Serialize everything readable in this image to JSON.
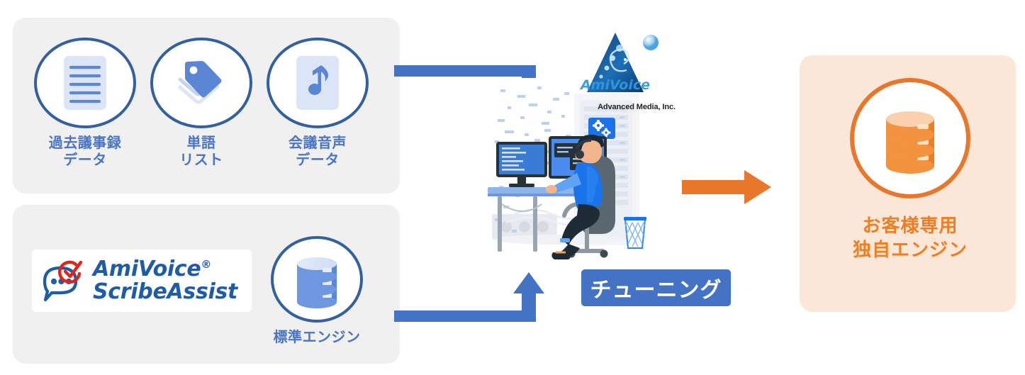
{
  "diagram": {
    "title": "AmiVoice ScribeAssist tuning flow",
    "colors": {
      "panel_grey": "#f0f0f0",
      "panel_peach": "#fbe7d8",
      "blue_circle_border": "#33609f",
      "blue_label": "#4a74c4",
      "blue_arrow": "#4472c4",
      "orange_arrow": "#e8762b",
      "orange_label": "#ef7d22",
      "orange_circle_border": "#e8762b",
      "logo_blue": "#1f5ca8",
      "logo_red": "#e2231a",
      "icon_blue": "#5b86d4",
      "icon_pale_blue": "#dce5f5",
      "tuning_badge_bg": "#4472c4",
      "tuning_badge_text": "#ffffff"
    }
  },
  "inputs_panel": {
    "items": [
      {
        "icon": "document-icon",
        "label": "過去議事録\nデータ"
      },
      {
        "icon": "tag-stack-icon",
        "label": "単語\nリスト"
      },
      {
        "icon": "music-note-card-icon",
        "label": "会議音声\nデータ"
      }
    ]
  },
  "engine_panel": {
    "product_logo": {
      "icon": "speech-bubble-check-icon",
      "line1": "AmiVoice",
      "registered_mark": "®",
      "line2": "ScribeAssist"
    },
    "engine_tile": {
      "icon": "database-icon",
      "label": "標準エンジン"
    }
  },
  "center": {
    "brand_logo": {
      "icon": "amivoice-triangle-logo",
      "mark_text": "AmiVoice",
      "company": "Advanced Media, Inc."
    },
    "illustration": {
      "name": "developer-at-desk-illustration",
      "elements": [
        "binary-rain-background",
        "server-rack-background",
        "dual-monitor-desk",
        "seated-developer",
        "office-chair",
        "gear-speech-bubble",
        "mesh-wastebasket"
      ]
    },
    "tuning_badge": {
      "label": "チューニング"
    }
  },
  "output_panel": {
    "icon": "database-icon-orange",
    "label": "お客様専用\n独自エンジン"
  },
  "arrows": [
    {
      "name": "arrow-inputs-to-tuning",
      "direction": "right-then-down",
      "color": "#4472c4"
    },
    {
      "name": "arrow-engine-to-tuning",
      "direction": "right-then-up",
      "color": "#4472c4"
    },
    {
      "name": "arrow-tuning-to-output",
      "direction": "right",
      "color": "#e8762b"
    }
  ]
}
